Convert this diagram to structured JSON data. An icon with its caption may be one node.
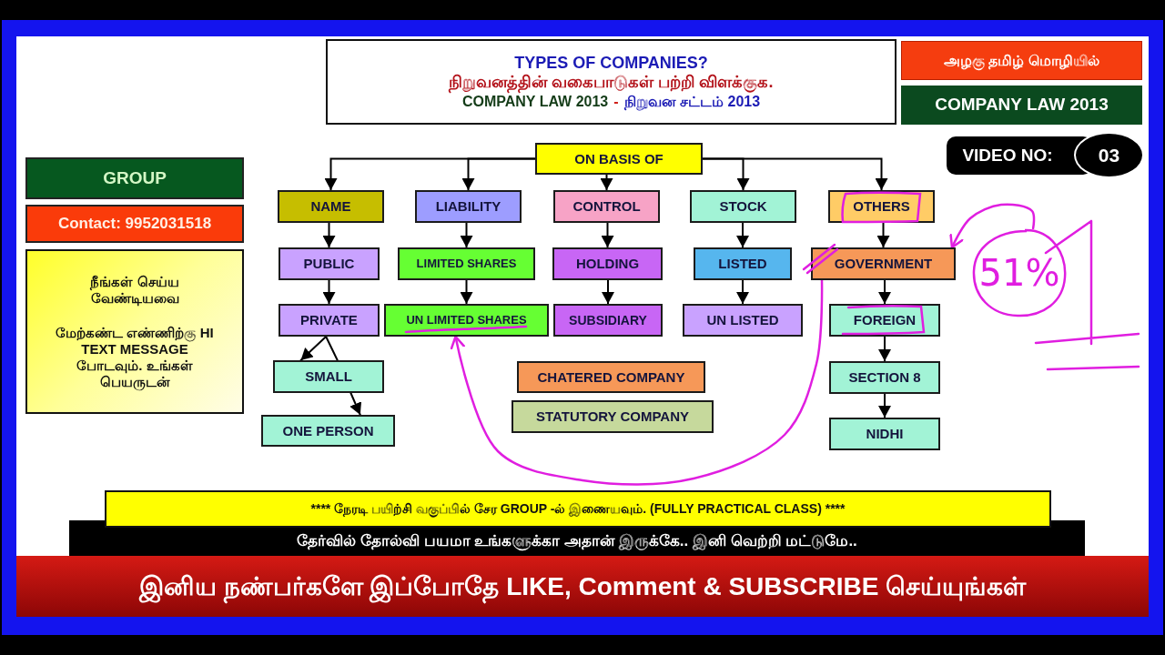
{
  "diagram": {
    "nodes": [
      {
        "text": [
          "TYPES OF COMPANIES?",
          "நிறுவனத்தின் வகைபாடுகள் பற்றி விளக்குக.",
          "COMPANY LAW 2013",
          "-",
          "நிறுவன சட்டம் 2013"
        ]
      },
      {
        "text": [
          "அழகு தமிழ் மொழியில்"
        ]
      },
      {
        "text": [
          "COMPANY LAW 2013"
        ]
      },
      {
        "text": [
          "VIDEO NO:"
        ]
      },
      {
        "text": [
          "03"
        ]
      },
      {
        "text": [
          "GROUP"
        ]
      },
      {
        "text": [
          "Contact: 9952031518"
        ]
      },
      {
        "text": [
          "நீங்கள் செய்ய வேண்டியவை",
          "மேற்கண்ட எண்ணிற்கு HI TEXT MESSAGE போடவும். உங்கள் பெயருடன்"
        ]
      },
      {
        "text": [
          "ON BASIS OF"
        ]
      },
      {
        "text": [
          "NAME"
        ]
      },
      {
        "text": [
          "LIABILITY"
        ]
      },
      {
        "text": [
          "CONTROL"
        ]
      },
      {
        "text": [
          "STOCK"
        ]
      },
      {
        "text": [
          "OTHERS"
        ]
      },
      {
        "text": [
          "PUBLIC"
        ]
      },
      {
        "text": [
          "LIMITED SHARES"
        ]
      },
      {
        "text": [
          "HOLDING"
        ]
      },
      {
        "text": [
          "LISTED"
        ]
      },
      {
        "text": [
          "GOVERNMENT"
        ]
      },
      {
        "text": [
          "PRIVATE"
        ]
      },
      {
        "text": [
          "UN LIMITED SHARES"
        ]
      },
      {
        "text": [
          "SUBSIDIARY"
        ]
      },
      {
        "text": [
          "UN LISTED"
        ]
      },
      {
        "text": [
          "FOREIGN"
        ]
      },
      {
        "text": [
          "SMALL"
        ]
      },
      {
        "text": [
          "CHATERED COMPANY"
        ]
      },
      {
        "text": [
          "SECTION 8"
        ]
      },
      {
        "text": [
          "ONE PERSON"
        ]
      },
      {
        "text": [
          "STATUTORY COMPANY"
        ]
      },
      {
        "text": [
          "NIDHI"
        ]
      },
      {
        "text": [
          "51%"
        ]
      },
      {
        "text": [
          "**** நேரடி பயிற்சி வகுப்பில் சேர GROUP -ல் இணையவும். (FULLY PRACTICAL CLASS) ****"
        ]
      },
      {
        "text": [
          "தேர்வில் தோல்வி பயமா உங்களுக்கா அதான் இருக்கே.. இனி வெற்றி மட்டுமே.."
        ]
      },
      {
        "text": [
          "இனிய நண்பர்களே இப்போதே LIKE, Comment & SUBSCRIBE செய்யுங்கள்"
        ]
      }
    ],
    "edges": [
      {
        "from": 8,
        "to": 9,
        "arrow": "to"
      },
      {
        "from": 8,
        "to": 10,
        "arrow": "to"
      },
      {
        "from": 8,
        "to": 11,
        "arrow": "to"
      },
      {
        "from": 8,
        "to": 12,
        "arrow": "to"
      },
      {
        "from": 8,
        "to": 13,
        "arrow": "to"
      },
      {
        "from": 9,
        "to": 14,
        "arrow": "to"
      },
      {
        "from": 14,
        "to": 19,
        "arrow": "to"
      },
      {
        "from": 19,
        "to": 24,
        "arrow": "to"
      },
      {
        "from": 19,
        "to": 24,
        "arrow": "none"
      },
      {
        "from": 24,
        "to": 27,
        "arrow": "to"
      },
      {
        "from": 10,
        "to": 15,
        "arrow": "to"
      },
      {
        "from": 15,
        "to": 20,
        "arrow": "to"
      },
      {
        "from": 11,
        "to": 16,
        "arrow": "to"
      },
      {
        "from": 16,
        "to": 21,
        "arrow": "to"
      },
      {
        "from": 12,
        "to": 17,
        "arrow": "to"
      },
      {
        "from": 17,
        "to": 22,
        "arrow": "to"
      },
      {
        "from": 13,
        "to": 18,
        "arrow": "to"
      },
      {
        "from": 18,
        "to": 23,
        "arrow": "to"
      },
      {
        "from": 23,
        "to": 26,
        "arrow": "to"
      },
      {
        "from": 26,
        "to": 29,
        "arrow": "to"
      },
      {
        "from": 18,
        "to": 20,
        "arrow": "to",
        "color": "#e01ee0"
      },
      {
        "from": 30,
        "to": 18,
        "arrow": "to",
        "color": "#e01ee0"
      }
    ]
  }
}
